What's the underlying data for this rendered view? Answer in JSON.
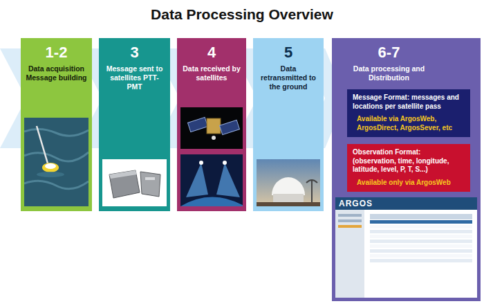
{
  "diagram": {
    "title": "Data Processing Overview",
    "nodes": [
      {
        "text": [
          "1-2",
          "Data acquisition Message building"
        ]
      },
      {
        "text": [
          "3",
          "Message sent to satellites PTT-PMT"
        ]
      },
      {
        "text": [
          "4",
          "Data received by satellites"
        ]
      },
      {
        "text": [
          "5",
          "Data retransmitted to the ground"
        ]
      },
      {
        "text": [
          "6-7",
          "Data processing and Distribution"
        ]
      },
      {
        "text": [
          "Message Format: messages and locations per satellite pass",
          "Available via ArgosWeb, ArgosDirect, ArgosSever, etc"
        ],
        "in": 4
      },
      {
        "text": [
          "Observation Format: (observation, time, longitude, latitude, level, P, T, S...)",
          "Available only via ArgosWeb"
        ],
        "in": 4
      }
    ],
    "labels": [
      "ARGOS"
    ]
  }
}
